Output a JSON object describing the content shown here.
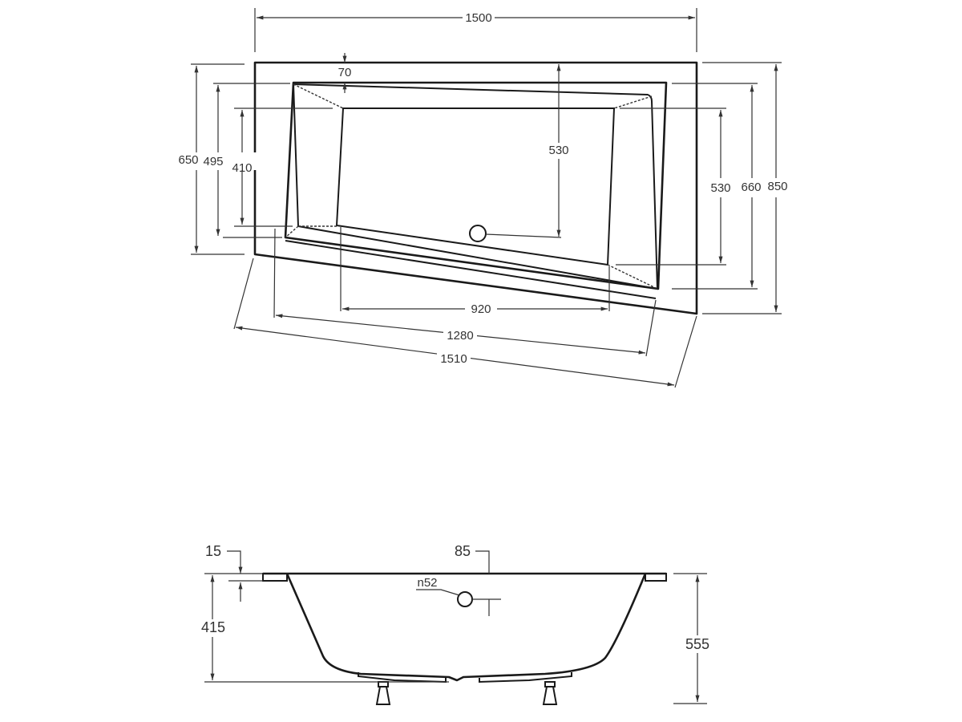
{
  "top_view": {
    "overall_length": "1500",
    "rim_width": "70",
    "drain_offset": "530",
    "left_outer_depth": "650",
    "left_rim_depth": "495",
    "left_inner_depth": "410",
    "right_inner_depth": "530",
    "right_rim_depth": "660",
    "right_outer_depth": "850",
    "bottom_inner_length": "920",
    "bottom_rim_length": "1280",
    "bottom_outer_length": "1510"
  },
  "side_view": {
    "rim_thickness": "15",
    "overflow_offset": "85",
    "overflow_diameter": "n52",
    "tub_height": "415",
    "total_height": "555"
  },
  "colors": {
    "line": "#1a1a1a",
    "dimension": "#333333",
    "background": "#ffffff"
  }
}
